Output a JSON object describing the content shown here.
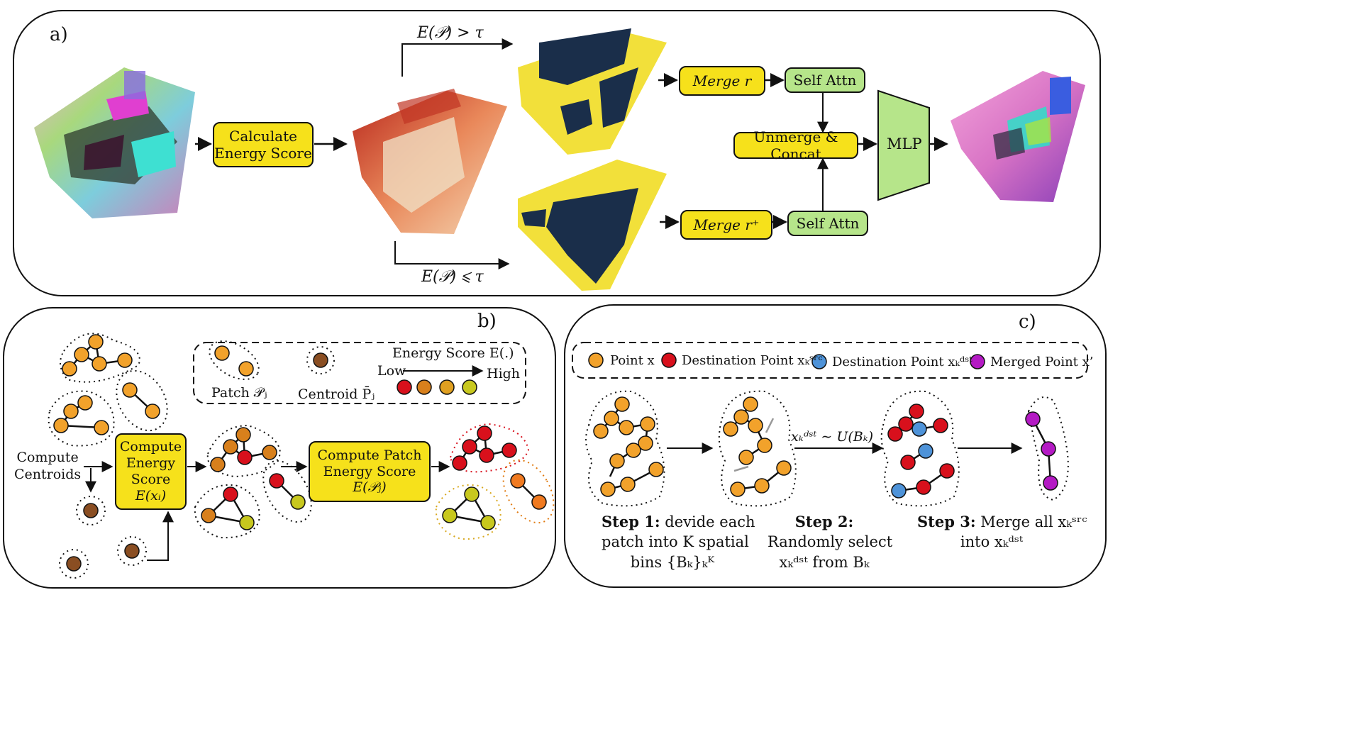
{
  "colors": {
    "yellow": "#f6e11b",
    "green": "#b6e58a",
    "orange": "#f2a22b",
    "red": "#d8101c",
    "blue": "#4e93d9",
    "purple": "#b41ac4",
    "brown": "#8a4e22",
    "olive": "#c8c81e",
    "darkorange": "#d8801c",
    "navy": "#1a2e4a"
  },
  "panel_a": {
    "label": "a)",
    "calc_energy": "Calculate Energy Score",
    "cond_high": "E(𝒫)  > τ",
    "cond_low": "E(𝒫)  ⩽ τ",
    "merge_r": "Merge r",
    "merge_r_plus": "Merge r⁺",
    "self_attn_top": "Self Attn",
    "self_attn_bottom": "Self Attn",
    "unmerge": "Unmerge & Concat",
    "mlp": "MLP"
  },
  "panel_b": {
    "label": "b)",
    "legend_patch": "Patch 𝒫ⱼ",
    "legend_centroid": "Centroid P̄ⱼ",
    "legend_energy": "Energy Score E(.)",
    "legend_low": "Low",
    "legend_high": "High",
    "compute_centroids_1": "Compute",
    "compute_centroids_2": "Centroids",
    "compute_energy_1": "Compute",
    "compute_energy_2": "Energy",
    "compute_energy_3": "Score",
    "compute_energy_4": "E(xᵢ)",
    "compute_patch_1": "Compute Patch",
    "compute_patch_2": "Energy  Score",
    "compute_patch_3": "E(𝒫ⱼ)"
  },
  "panel_c": {
    "label": "c)",
    "legend_point": "Point x",
    "legend_dest_src": "Destination Point xₖˢʳᶜ",
    "legend_dest_dst": "Destination Point xₖᵈˢᵗ",
    "legend_merged": "Merged Point x’",
    "sample_label": "xₖᵈˢᵗ ∼ U(Bₖ)",
    "step1_title": "Step 1:",
    "step1_l1": " devide each",
    "step1_l2": "patch into K spatial",
    "step1_l3": "bins {Bₖ}ₖᴷ",
    "step2_title": "Step 2:",
    "step2_l1": "Randomly select",
    "step2_l2": "xₖᵈˢᵗ  from  Bₖ",
    "step3_title": "Step 3:",
    "step3_l1": " Merge all xₖˢʳᶜ",
    "step3_l2": "into xₖᵈˢᵗ"
  }
}
